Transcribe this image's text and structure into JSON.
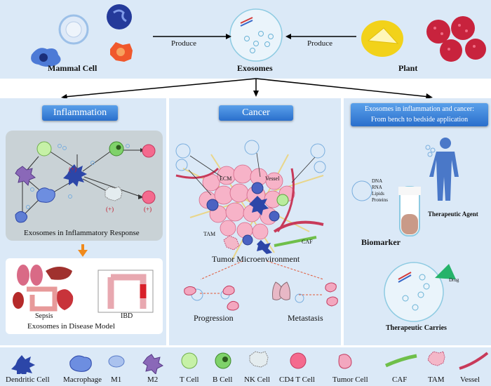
{
  "top": {
    "left_label": "Mammal Cell",
    "center_label": "Exosomes",
    "right_label": "Plant",
    "arrow_left": "Produce",
    "arrow_right": "Produce"
  },
  "inflammation": {
    "header": "Inflammation",
    "response_caption": "Exosomes in Inflammatory Response",
    "plus_marks": [
      "(+)",
      "(+)",
      "(+)"
    ],
    "disease_caption": "Exosomes in Disease Model",
    "sepsis": "Sepsis",
    "ibd": "IBD"
  },
  "cancer": {
    "header": "Cancer",
    "ecm": "ECM",
    "vessel": "Vessel",
    "tam": "TAM",
    "caf": "CAF",
    "microenvironment": "Tumor Microenvironment",
    "progression": "Progression",
    "metastasis": "Metastasis"
  },
  "bench": {
    "header_line1": "Exosomes in inflammation and cancer:",
    "header_line2": "From bench to bedside application",
    "cargo": [
      "DNA",
      "RNA",
      "Lipids",
      "Proteins"
    ],
    "biomarker": "Biomarker",
    "agent": "Therapeutic Agent",
    "drug": "Drug",
    "carries": "Therapeutic Carries"
  },
  "legend": [
    "Dendritic Cell",
    "Macrophage",
    "M1",
    "M2",
    "T Cell",
    "B Cell",
    "NK Cell",
    "CD4 T Cell",
    "Tumor Cell",
    "CAF",
    "TAM",
    "Vessel"
  ],
  "colors": {
    "panel_bg": "#dbe9f7",
    "header_blue": "#2a6fcc",
    "dendritic": "#2c46a8",
    "t_cell": "#bff0a0",
    "b_cell": "#7fd26a",
    "cd4": "#f46a8e",
    "tumor": "#f3a7bf",
    "caf": "#6fbf4a",
    "drug": "#26b36a",
    "arrow_orange": "#f08a1c"
  }
}
